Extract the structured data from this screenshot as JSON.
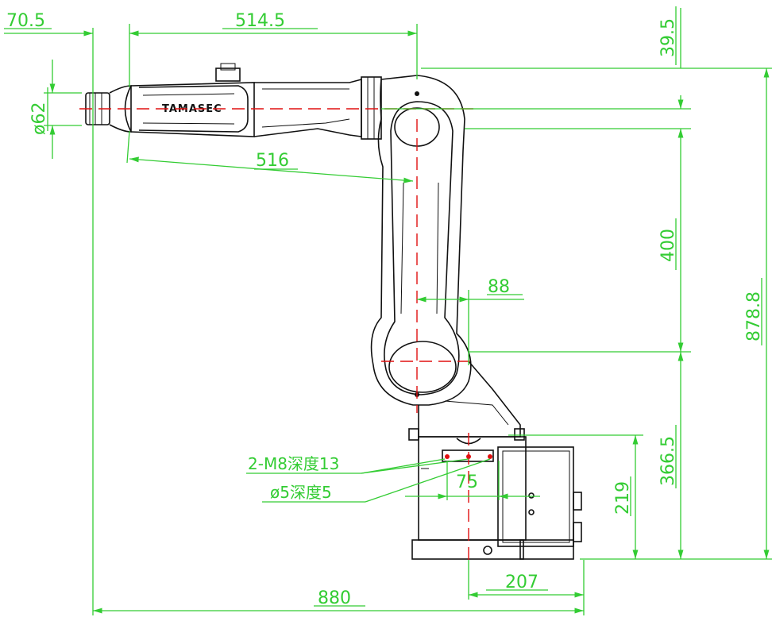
{
  "brand_label": "TAMASEC",
  "dimensions": {
    "d_70_5": "70.5",
    "d_514_5": "514.5",
    "d_39_5": "39.5",
    "d_62": "ø62",
    "d_516": "516",
    "d_400": "400",
    "d_878_8": "878.8",
    "d_88": "88",
    "d_366_5": "366.5",
    "d_219": "219",
    "d_75": "75",
    "d_207": "207",
    "d_880": "880"
  },
  "notes": {
    "m8_holes": "2-M8深度13",
    "pin_hole": "ø5深度5"
  },
  "colors": {
    "dimension": "#33cc33",
    "centerline": "#e01010",
    "outline": "#111111"
  }
}
